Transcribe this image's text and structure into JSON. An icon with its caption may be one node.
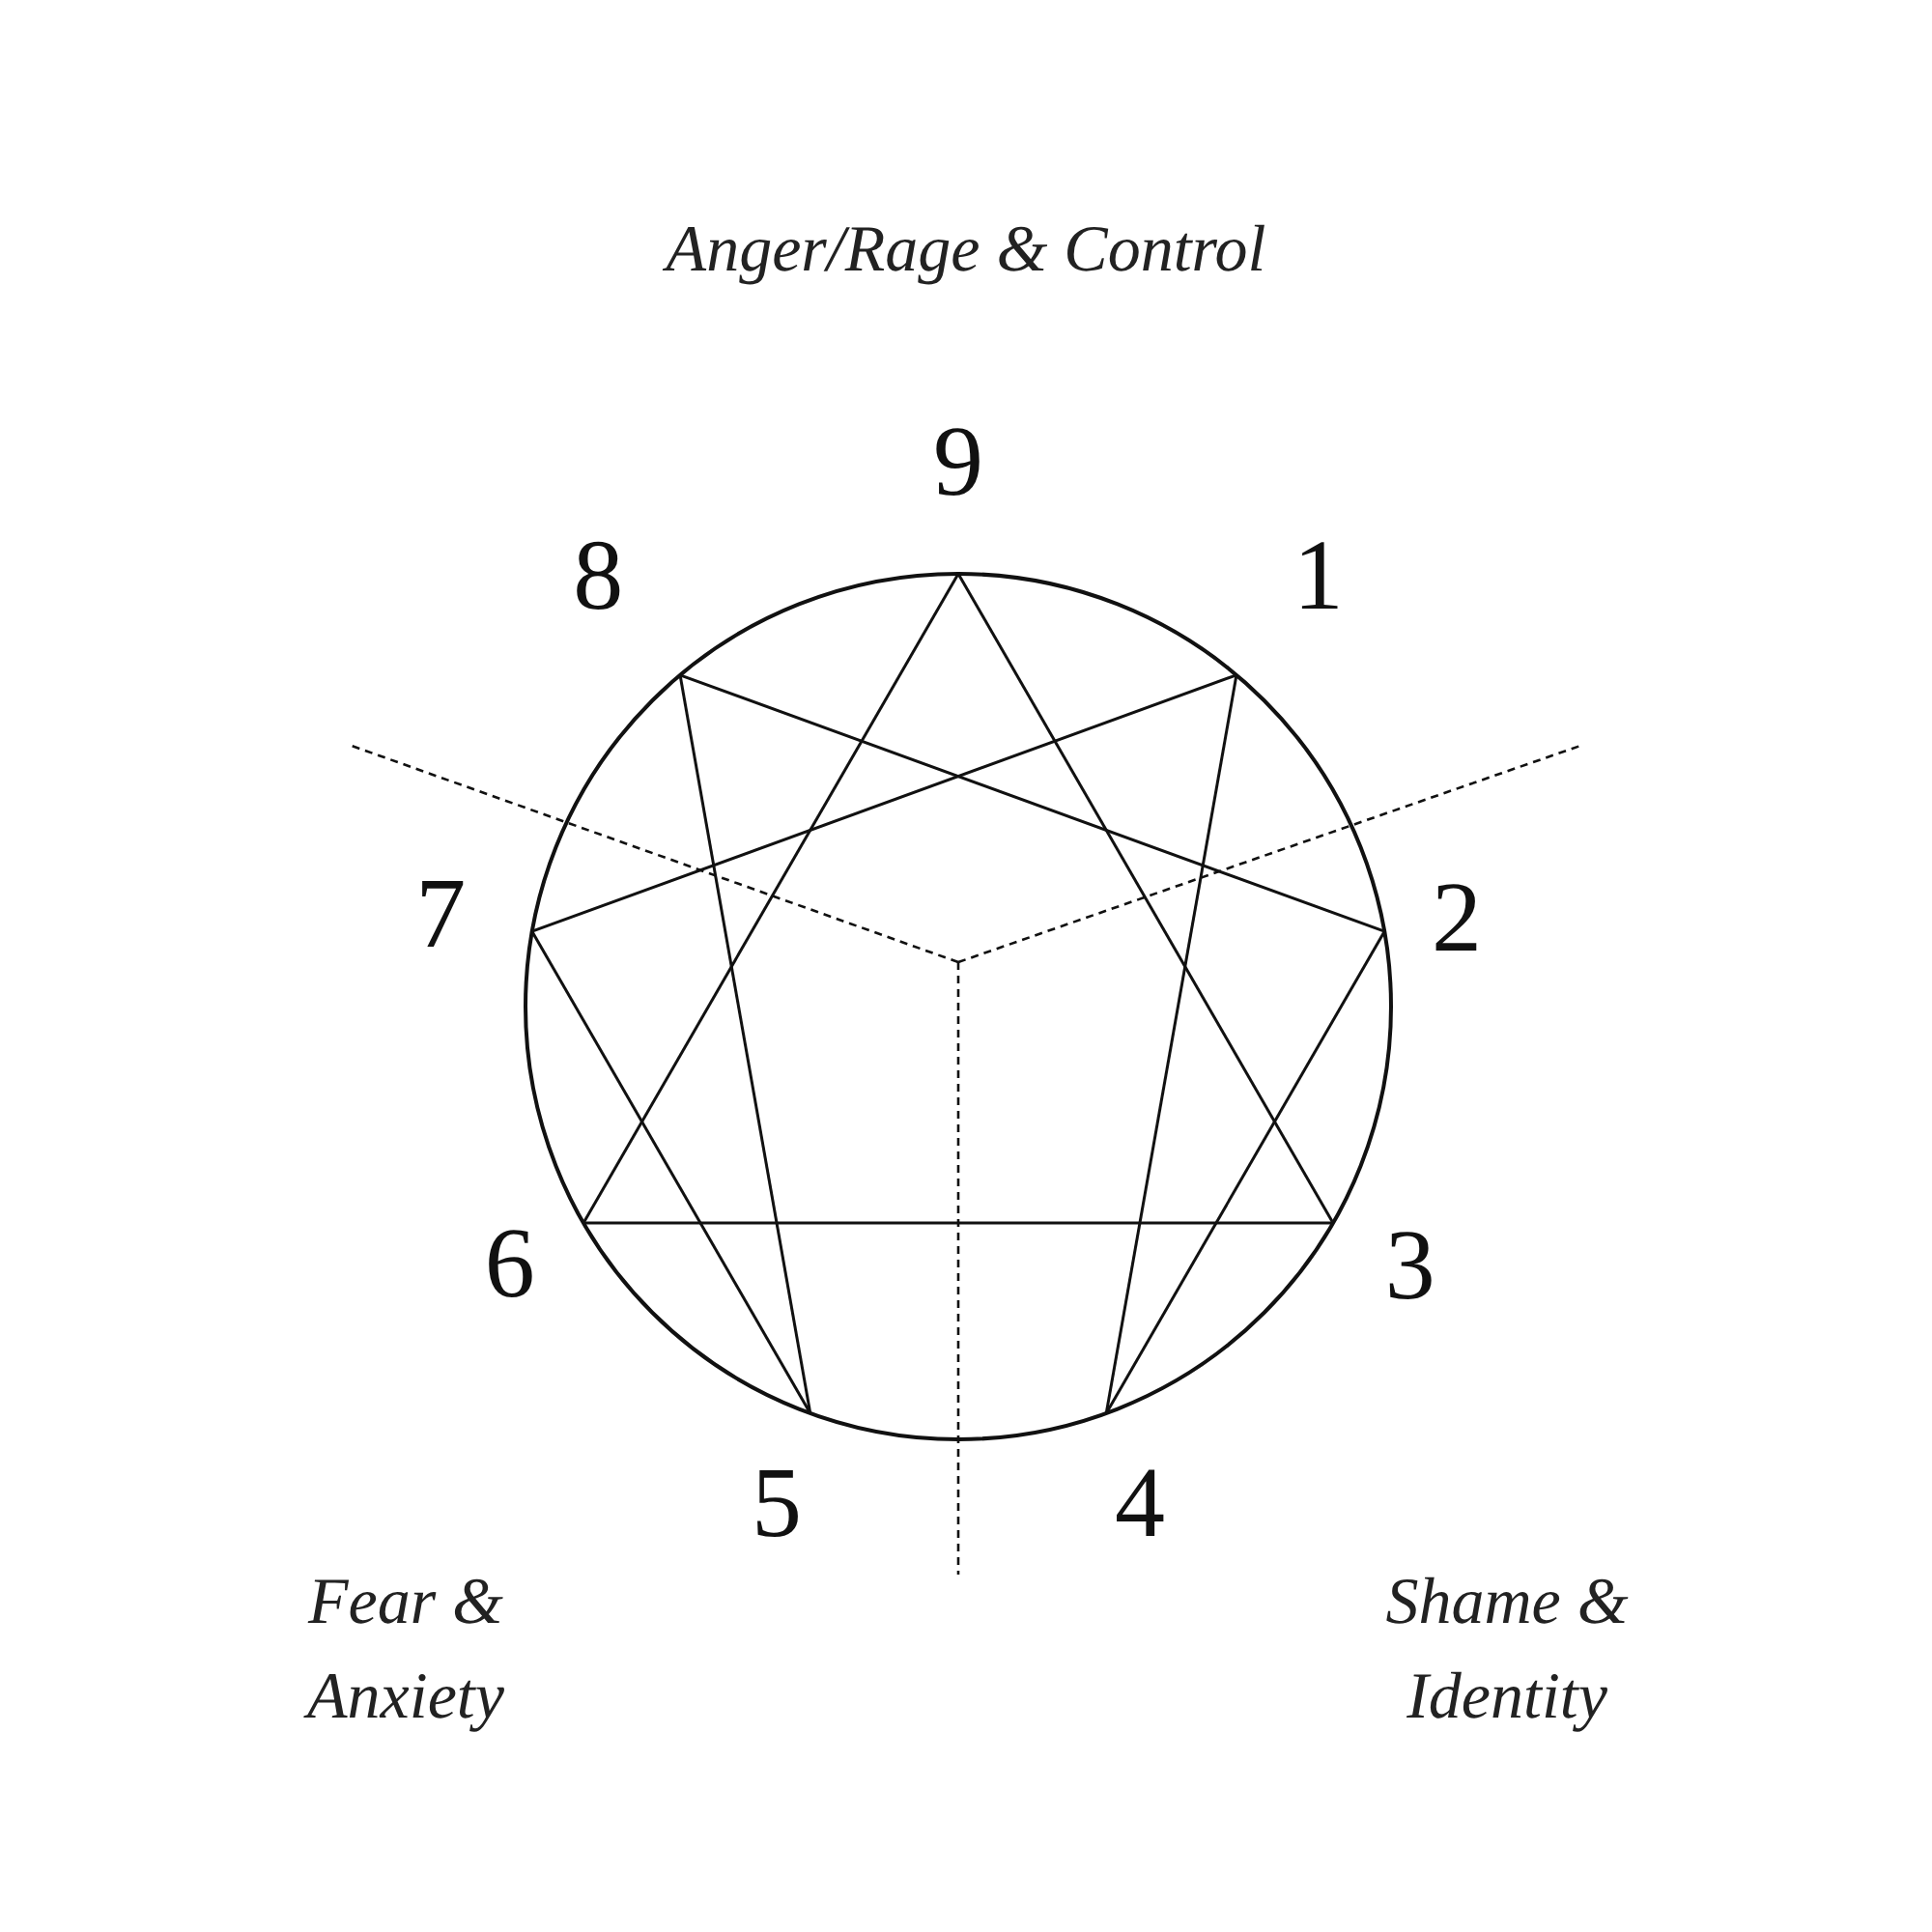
{
  "diagram": {
    "nodes": [
      {
        "text": [
          "9"
        ]
      },
      {
        "text": [
          "8"
        ]
      },
      {
        "text": [
          "1"
        ]
      },
      {
        "text": [
          "7"
        ]
      },
      {
        "text": [
          "2"
        ]
      },
      {
        "text": [
          "6"
        ]
      },
      {
        "text": [
          "3"
        ]
      },
      {
        "text": [
          "5"
        ]
      },
      {
        "text": [
          "4"
        ]
      }
    ],
    "edges": [
      {
        "from": 0,
        "to": 6,
        "arrow": "none"
      },
      {
        "from": 6,
        "to": 5,
        "arrow": "none"
      },
      {
        "from": 5,
        "to": 0,
        "arrow": "none"
      },
      {
        "from": 2,
        "to": 8,
        "arrow": "none"
      },
      {
        "from": 8,
        "to": 4,
        "arrow": "none"
      },
      {
        "from": 4,
        "to": 1,
        "arrow": "none"
      },
      {
        "from": 1,
        "to": 7,
        "arrow": "none"
      },
      {
        "from": 7,
        "to": 3,
        "arrow": "none"
      },
      {
        "from": 3,
        "to": 2,
        "arrow": "none"
      }
    ],
    "labels": [
      "Anger/Rage & Control",
      "Fear & Anxiety",
      "Shame & Identity"
    ]
  }
}
